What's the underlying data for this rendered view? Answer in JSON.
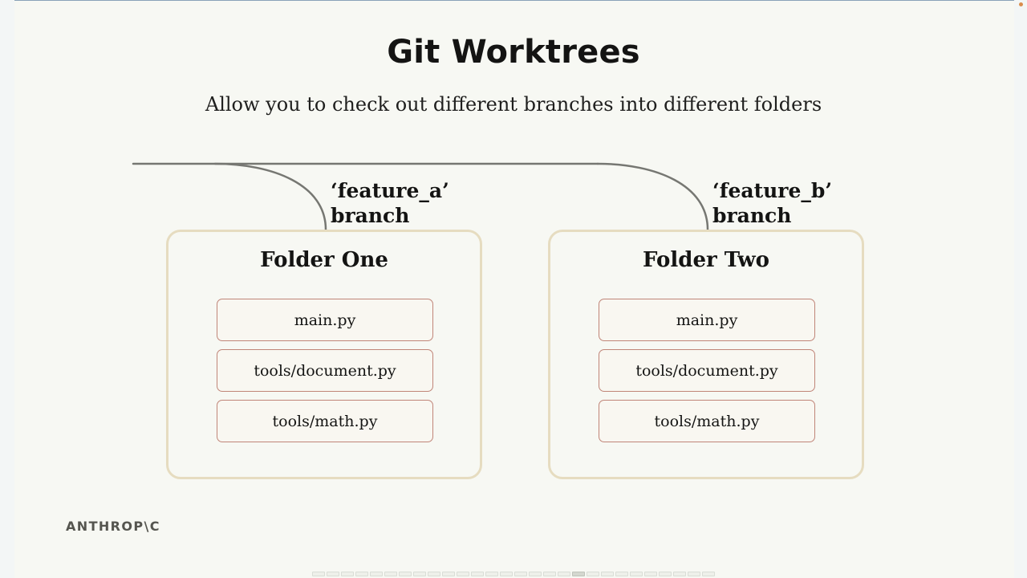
{
  "slide": {
    "title": "Git Worktrees",
    "subtitle": "Allow you to check out different branches into different folders",
    "logo": "ANTHROP\\C"
  },
  "branches": [
    {
      "label_line1": "‘feature_a’",
      "label_line2": "branch"
    },
    {
      "label_line1": "‘feature_b’",
      "label_line2": "branch"
    }
  ],
  "folders": [
    {
      "title": "Folder One",
      "files": [
        "main.py",
        "tools/document.py",
        "tools/math.py"
      ]
    },
    {
      "title": "Folder Two",
      "files": [
        "main.py",
        "tools/document.py",
        "tools/math.py"
      ]
    }
  ],
  "pagination": {
    "total_slides": 28,
    "active_slide_index": 18
  },
  "colors": {
    "background": "#f7f8f3",
    "branch_line": "#767772",
    "folder_border": "#e6dcc0",
    "file_border": "#c08578",
    "logo_text": "#55554f",
    "title_text": "#141413"
  }
}
